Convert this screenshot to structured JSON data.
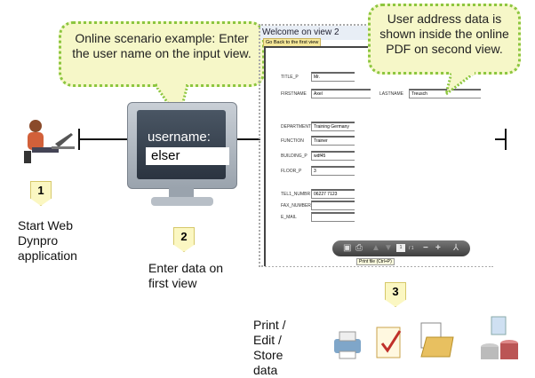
{
  "bubble_left": "Online scenario example: Enter the user name on the input view.",
  "bubble_right": "User address data is shown inside the online PDF on second view.",
  "monitor": {
    "label": "username:",
    "value": "elser"
  },
  "steps": [
    {
      "num": "1",
      "caption": "Start Web Dynpro application"
    },
    {
      "num": "2",
      "caption": "Enter data on first view"
    },
    {
      "num": "3",
      "caption": "Print / Edit / Store data"
    }
  ],
  "pdf": {
    "title": "Welcome on view 2",
    "back_button": "Go Back to the first view",
    "fields": [
      {
        "label": "TITLE_P",
        "value": "Mr."
      },
      {
        "label": "FIRSTNAME",
        "value": "Axel"
      },
      {
        "label": "LASTNAME",
        "value": "Treusch"
      },
      {
        "label": "DEPARTMENT",
        "value": "Training Germany"
      },
      {
        "label": "FUNCTION",
        "value": "Trainer"
      },
      {
        "label": "BUILDING_P",
        "value": "wdf45"
      },
      {
        "label": "FLOOR_P",
        "value": "3"
      },
      {
        "label": "TEL1_NUMBR",
        "value": "06227 7123"
      },
      {
        "label": "FAX_NUMBER",
        "value": ""
      },
      {
        "label": "E_MAIL",
        "value": ""
      }
    ],
    "toolbar": {
      "page": "1",
      "total": "/ 1",
      "tooltip": "Print file (Ctrl+P)"
    }
  }
}
